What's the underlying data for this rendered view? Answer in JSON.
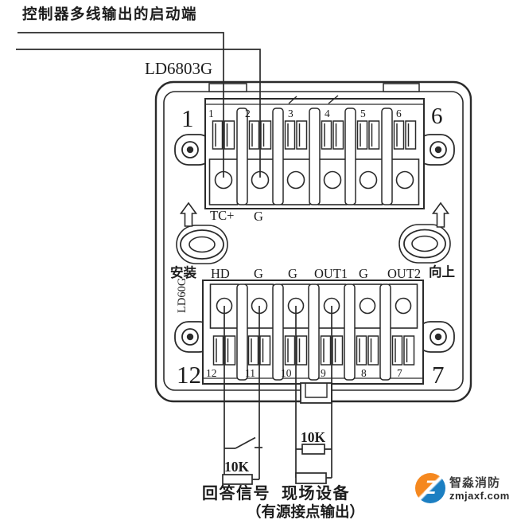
{
  "header": {
    "note": "控制器多线输出的启动端",
    "model": "LD6803G"
  },
  "device": {
    "base_model": "LD60G",
    "install_label": "安装",
    "up_label": "向上",
    "corner_numbers": {
      "top_left": "1",
      "top_right": "6",
      "bottom_left": "12",
      "bottom_right": "7"
    },
    "top_block": {
      "numbers": [
        "1",
        "2",
        "3",
        "4",
        "5",
        "6"
      ],
      "terminal_labels": [
        "TC+",
        "G"
      ]
    },
    "bottom_block": {
      "numbers": [
        "12",
        "11",
        "10",
        "9",
        "8",
        "7"
      ],
      "terminal_labels": [
        "HD",
        "G",
        "G",
        "OUT1",
        "G",
        "OUT2"
      ]
    }
  },
  "circuits": {
    "answer_signal": {
      "resistor": "10K",
      "label": "回答信号"
    },
    "field_device": {
      "resistor": "10K",
      "label": "现场设备",
      "sublabel": "（有源接点输出）"
    }
  },
  "watermark": {
    "logo_letter": "Z",
    "name": "智淼消防",
    "site": "zmjaxf.com",
    "orange": "#f5881f",
    "blue": "#1c7fc2"
  }
}
